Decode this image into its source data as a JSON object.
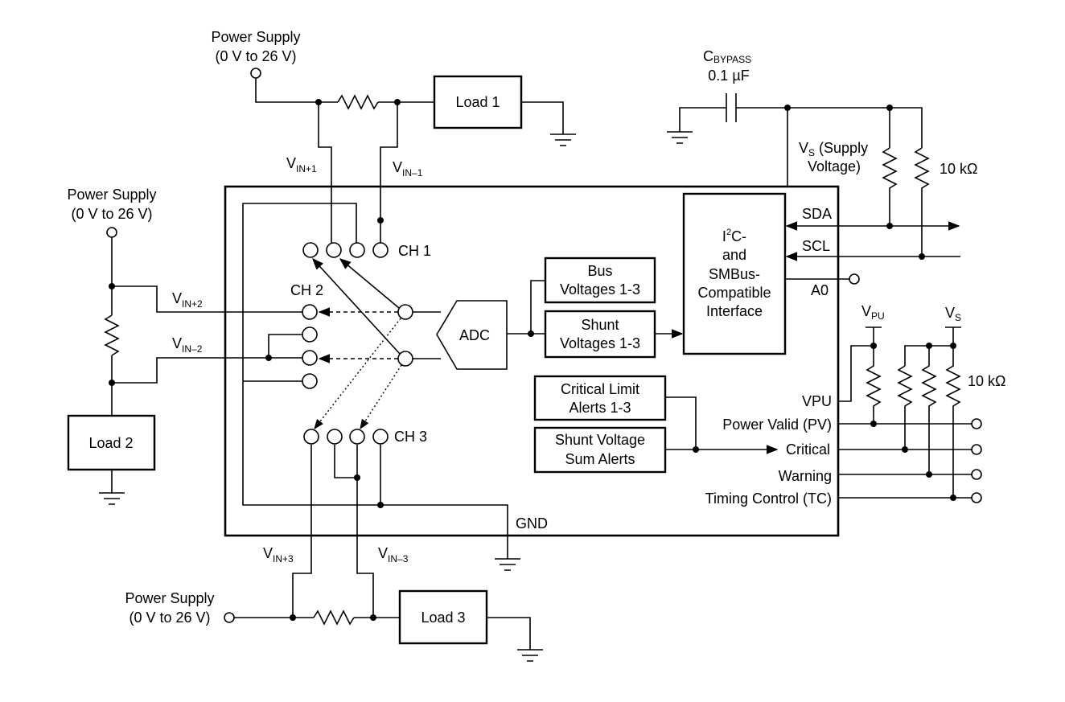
{
  "power_supply": {
    "top": {
      "line1": "Power Supply",
      "line2": "(0 V to 26 V)"
    },
    "left": {
      "line1": "Power Supply",
      "line2": "(0 V to 26 V)"
    },
    "bottom": {
      "line1": "Power Supply",
      "line2": "(0 V to 26 V)"
    }
  },
  "loads": {
    "load1": "Load 1",
    "load2": "Load 2",
    "load3": "Load 3"
  },
  "inputs": {
    "vin_p1": {
      "main": "V",
      "sub": "IN+1"
    },
    "vin_m1": {
      "main": "V",
      "sub": "IN–1"
    },
    "vin_p2": {
      "main": "V",
      "sub": "IN+2"
    },
    "vin_m2": {
      "main": "V",
      "sub": "IN–2"
    },
    "vin_p3": {
      "main": "V",
      "sub": "IN+3"
    },
    "vin_m3": {
      "main": "V",
      "sub": "IN–3"
    }
  },
  "channels": {
    "ch1": "CH 1",
    "ch2": "CH 2",
    "ch3": "CH 3"
  },
  "blocks": {
    "adc": "ADC",
    "bus_voltages": [
      "Bus",
      "Voltages 1-3"
    ],
    "shunt_voltages": [
      "Shunt",
      "Voltages 1-3"
    ],
    "critical_limit": [
      "Critical Limit",
      "Alerts 1-3"
    ],
    "shunt_sum": [
      "Shunt Voltage",
      "Sum Alerts"
    ],
    "interface": {
      "i_prefix": "I",
      "sup": "2",
      "i_suffix": "C-",
      "lines": [
        "and",
        "SMBus-",
        "Compatible",
        "Interface"
      ]
    }
  },
  "bypass": {
    "label_main": "C",
    "label_sub": "BYPASS",
    "value": "0.1 µF"
  },
  "supply": {
    "line1_main": "V",
    "line1_sub": "S",
    "line1_rest": " (Supply",
    "line2": "Voltage)"
  },
  "resistor_value_1": "10 kΩ",
  "resistor_value_2": "10 kΩ",
  "pins": {
    "sda": "SDA",
    "scl": "SCL",
    "a0": "A0",
    "vpu": "VPU",
    "pv": "Power Valid (PV)",
    "critical": "Critical",
    "warning": "Warning",
    "tc": "Timing Control (TC)",
    "gnd": "GND"
  },
  "rails": {
    "vpu": {
      "main": "V",
      "sub": "PU"
    },
    "vs": {
      "main": "V",
      "sub": "S"
    }
  }
}
